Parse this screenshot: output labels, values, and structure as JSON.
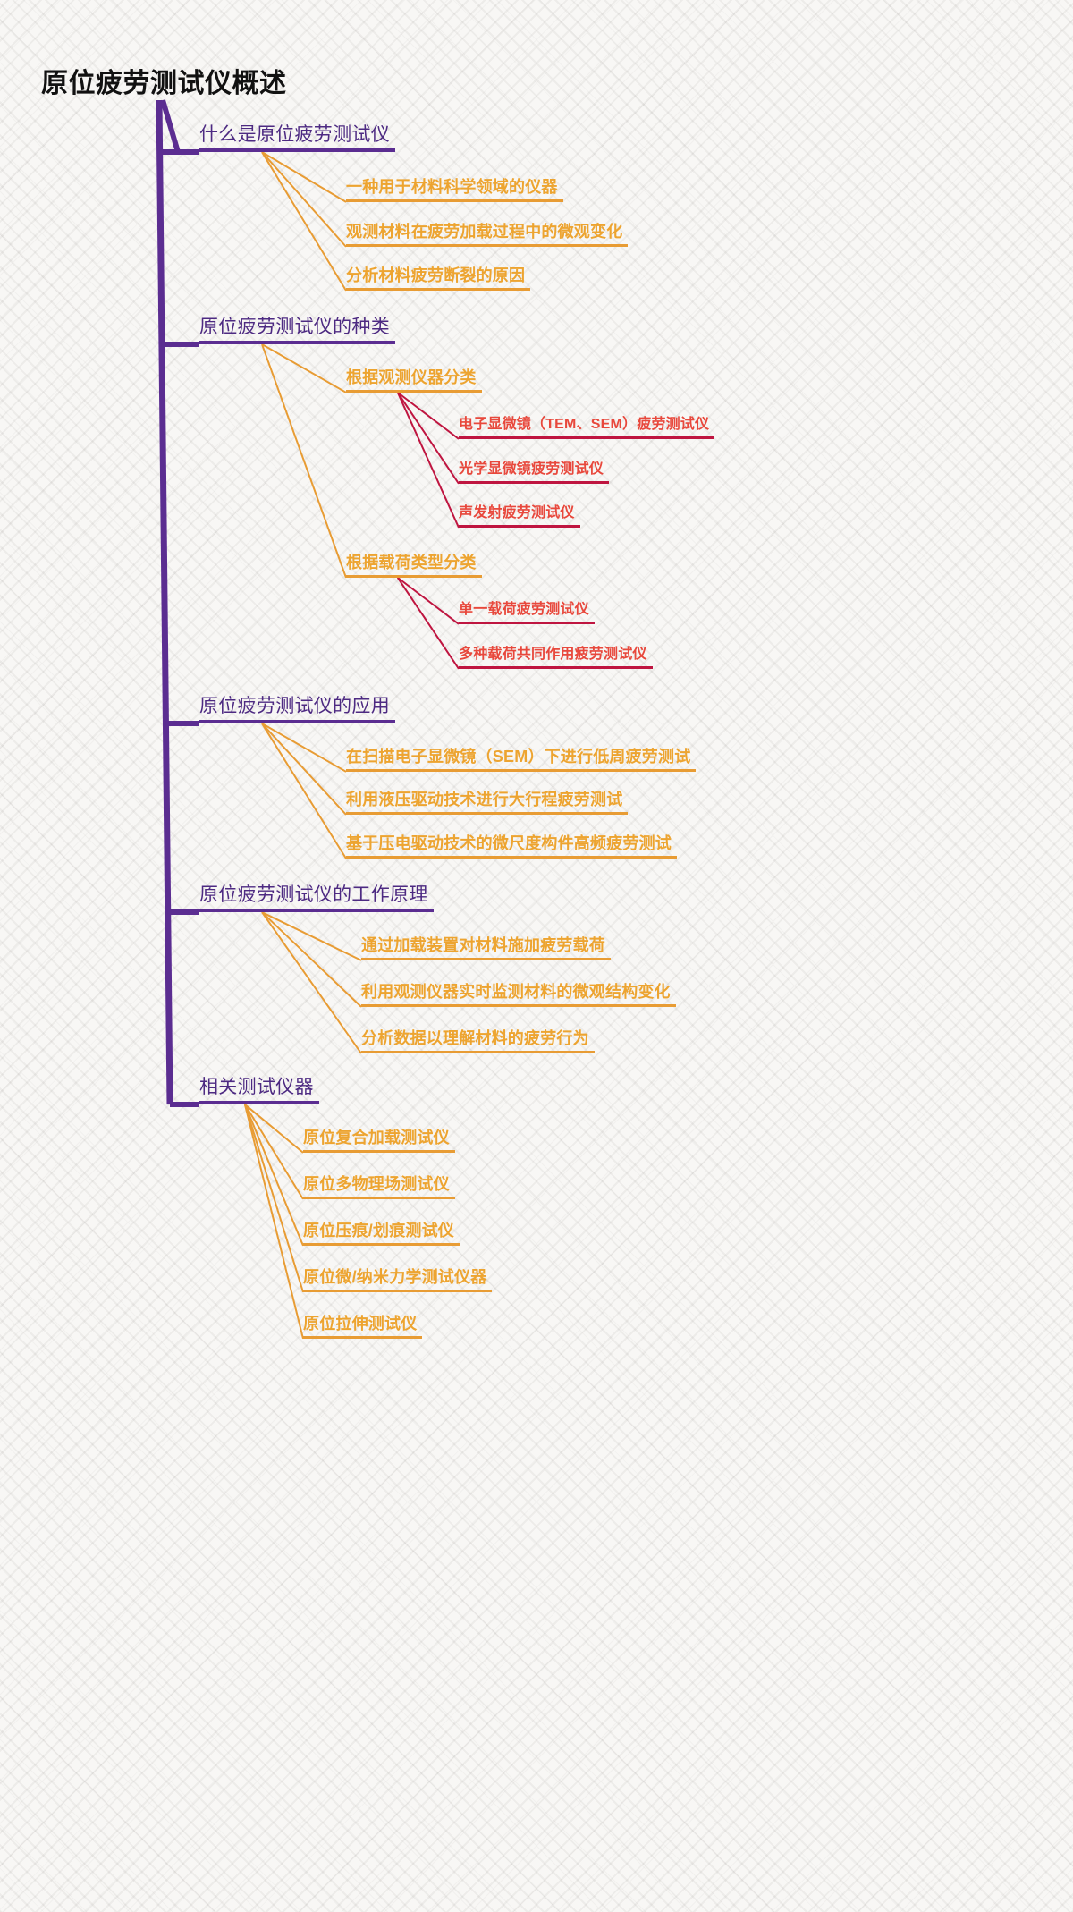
{
  "mindmap": {
    "title": "原位疲劳测试仪概述",
    "colors": {
      "root": "#111111",
      "level2": "#4d2a82",
      "level2_rule": "#5b2d91",
      "level3": "#eda430",
      "level3_rule": "#e89c34",
      "level4": "#e8483c",
      "level4_rule": "#bf1540",
      "background": "#f8f7f5"
    },
    "branches": [
      {
        "label": "什么是原位疲劳测试仪",
        "children": [
          {
            "label": "一种用于材料科学领域的仪器",
            "children": []
          },
          {
            "label": "观测材料在疲劳加载过程中的微观变化",
            "children": []
          },
          {
            "label": "分析材料疲劳断裂的原因",
            "children": []
          }
        ]
      },
      {
        "label": "原位疲劳测试仪的种类",
        "children": [
          {
            "label": "根据观测仪器分类",
            "children": [
              {
                "label": "电子显微镜（TEM、SEM）疲劳测试仪"
              },
              {
                "label": "光学显微镜疲劳测试仪"
              },
              {
                "label": "声发射疲劳测试仪"
              }
            ]
          },
          {
            "label": "根据载荷类型分类",
            "children": [
              {
                "label": "单一载荷疲劳测试仪"
              },
              {
                "label": "多种载荷共同作用疲劳测试仪"
              }
            ]
          }
        ]
      },
      {
        "label": "原位疲劳测试仪的应用",
        "children": [
          {
            "label": "在扫描电子显微镜（SEM）下进行低周疲劳测试",
            "children": []
          },
          {
            "label": "利用液压驱动技术进行大行程疲劳测试",
            "children": []
          },
          {
            "label": "基于压电驱动技术的微尺度构件高频疲劳测试",
            "children": []
          }
        ]
      },
      {
        "label": "原位疲劳测试仪的工作原理",
        "children": [
          {
            "label": "通过加载装置对材料施加疲劳载荷",
            "children": []
          },
          {
            "label": "利用观测仪器实时监测材料的微观结构变化",
            "children": []
          },
          {
            "label": "分析数据以理解材料的疲劳行为",
            "children": []
          }
        ]
      },
      {
        "label": "相关测试仪器",
        "children": [
          {
            "label": "原位复合加载测试仪",
            "children": []
          },
          {
            "label": "原位多物理场测试仪",
            "children": []
          },
          {
            "label": "原位压痕/划痕测试仪",
            "children": []
          },
          {
            "label": "原位微/纳米力学测试仪器",
            "children": []
          },
          {
            "label": "原位拉伸测试仪",
            "children": []
          }
        ]
      }
    ]
  }
}
